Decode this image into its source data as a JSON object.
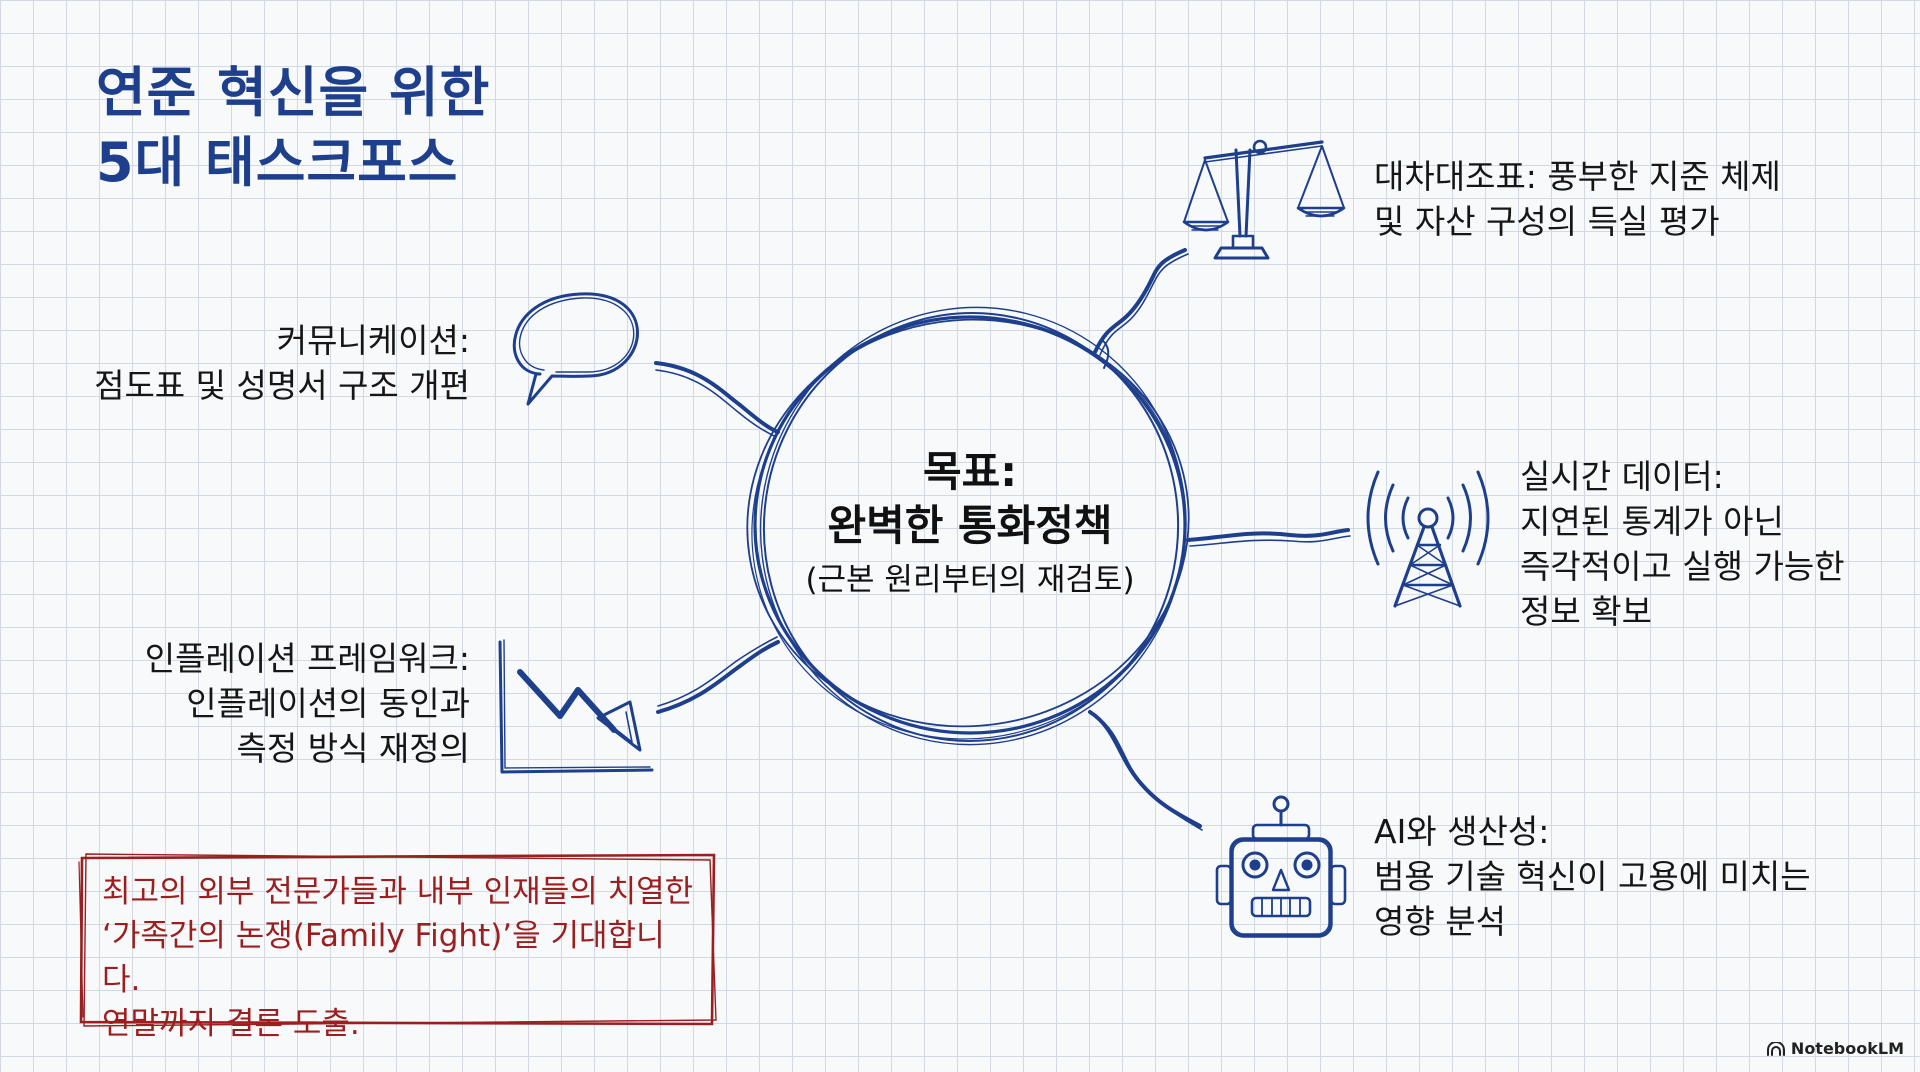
{
  "title": {
    "line1": "연준 혁신을 위한",
    "line2": "5대 태스크포스"
  },
  "center": {
    "title_line1": "목표:",
    "title_line2": "완벽한 통화정책",
    "subtitle": "(근본 원리부터의 재검토)"
  },
  "nodes": {
    "balance_sheet": {
      "icon": "scales-icon",
      "line1": "대차대조표: 풍부한 지준 체제",
      "line2": "및 자산 구성의 득실 평가"
    },
    "realtime_data": {
      "icon": "radio-tower-icon",
      "line1": "실시간 데이터:",
      "line2": "지연된 통계가 아닌",
      "line3": "즉각적이고 실행 가능한",
      "line4": "정보 확보"
    },
    "ai_productivity": {
      "icon": "robot-icon",
      "line1": "AI와 생산성:",
      "line2": "범용 기술 혁신이 고용에 미치는",
      "line3": "영향 분석"
    },
    "communication": {
      "icon": "speech-bubble-icon",
      "line1": "커뮤니케이션:",
      "line2": "점도표 및 성명서 구조 개편"
    },
    "inflation": {
      "icon": "declining-chart-icon",
      "line1": "인플레이션 프레임워크:",
      "line2": "인플레이션의 동인과",
      "line3": "측정 방식 재정의"
    }
  },
  "callout": {
    "line1": "최고의 외부 전문가들과 내부 인재들의 치열한",
    "line2": "‘가족간의 논쟁(Family Fight)’을 기대합니다.",
    "line3": "연말까지 결론 도출."
  },
  "brand": {
    "name": "NotebookLM",
    "icon": "notebooklm-logo-icon"
  },
  "colors": {
    "ink": "#1e3f8c",
    "callout": "#9b1f1f",
    "grid": "#d3d9e2"
  }
}
